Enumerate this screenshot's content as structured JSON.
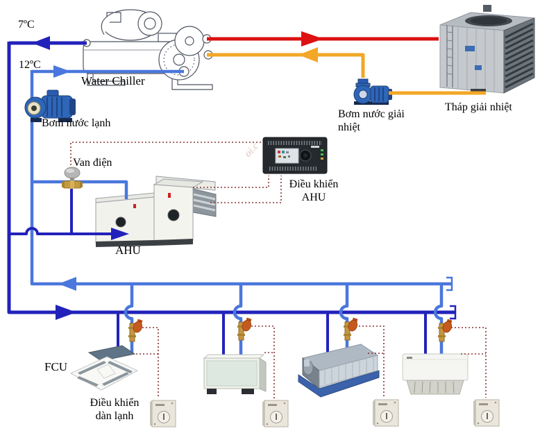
{
  "diagram": {
    "temps": {
      "supply": "7ºC",
      "return": "12ºC"
    },
    "equipment": {
      "chiller": "Water Chiller",
      "chw_pump": "Bơm nước lạnh",
      "valve": "Van điện",
      "ahu": "AHU",
      "ahu_controller": "Điều khiển\nAHU",
      "cw_pump": "Bơm nước giải\nnhiệt",
      "cooling_tower": "Tháp giải nhiệt",
      "fcu": "FCU",
      "fcu_controller": "Điều khiển\ndàn lạnh"
    },
    "watermark": "oi.c",
    "colors": {
      "chilled_supply": "#2222bb",
      "chilled_return": "#4a77dd",
      "condenser_supply": "#dd1111",
      "condenser_return": "#f2a726",
      "control_wire": "#8a3232"
    }
  }
}
